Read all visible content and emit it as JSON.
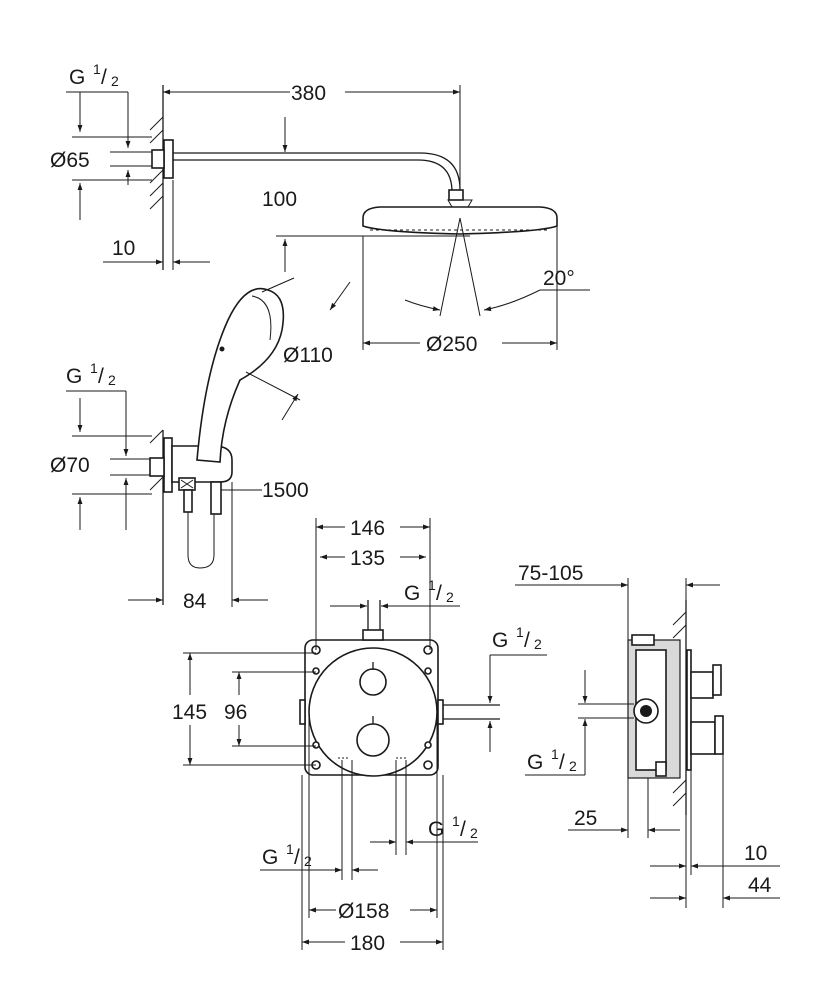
{
  "dimensions": {
    "arm_length": "380",
    "wall_flange_top": "Ø65",
    "arm_drop": "100",
    "wall_gap_top": "10",
    "head_diameter": "Ø250",
    "tilt_angle": "20°",
    "hand_shower_diameter": "Ø110",
    "wall_flange_side": "Ø70",
    "hose_length": "1500",
    "holder_depth": "84",
    "plate_width_146": "146",
    "plate_width_135": "135",
    "plate_height": "145",
    "plate_height_inner": "96",
    "rosette_diameter": "Ø158",
    "body_width": "180",
    "depth_range": "75-105",
    "side_25": "25",
    "side_10": "10",
    "side_44": "44"
  },
  "thread_label": {
    "main": "G",
    "numerator": "1",
    "slash": "/",
    "denominator": "2"
  }
}
